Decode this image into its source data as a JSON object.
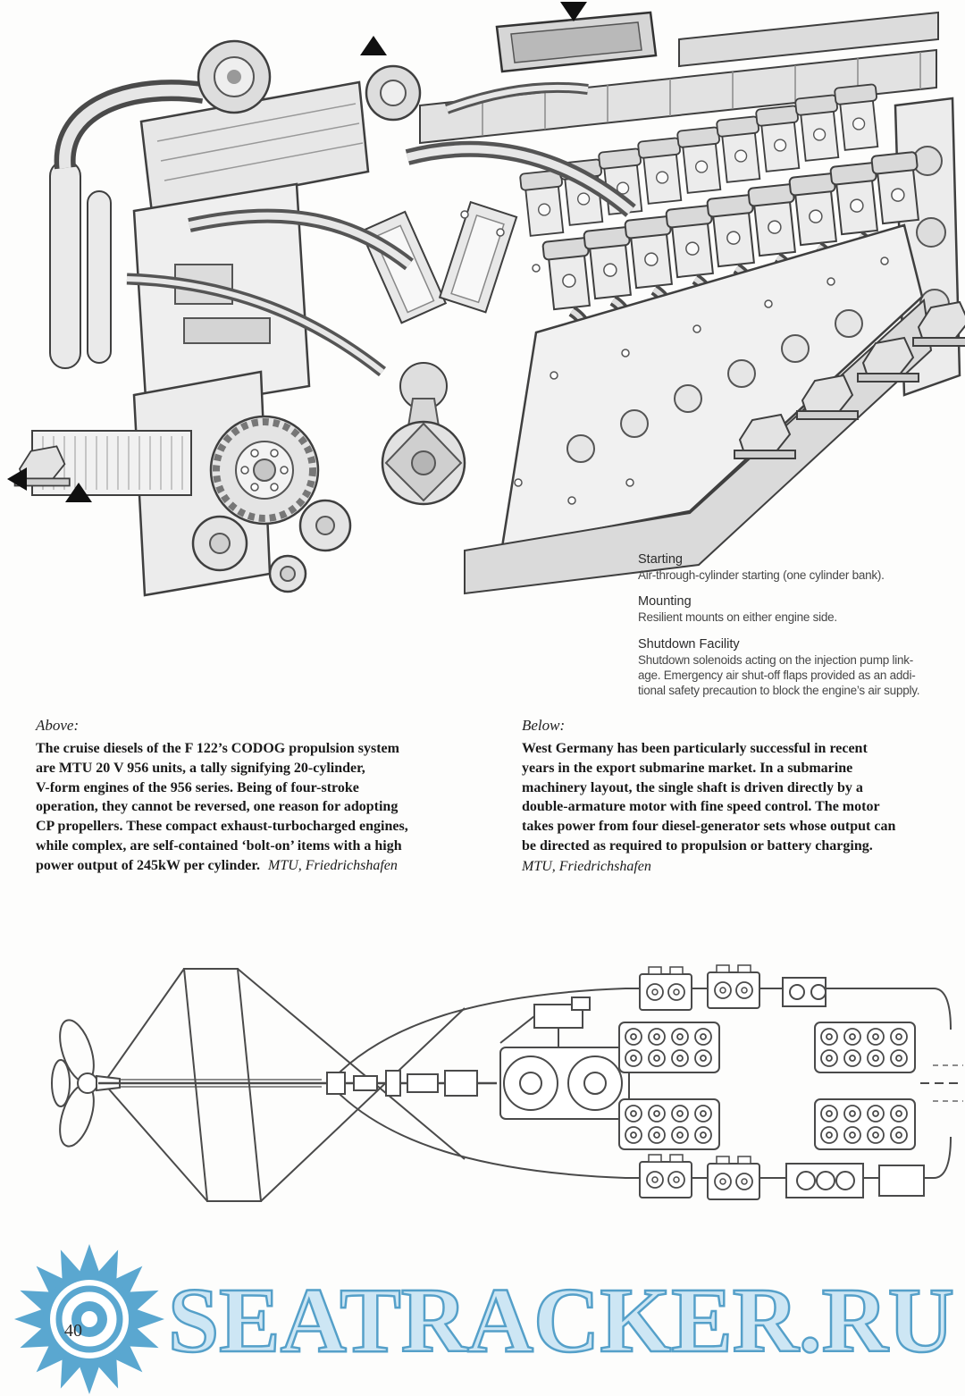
{
  "page": {
    "number": "40"
  },
  "engine_captions": {
    "items": [
      {
        "title": "Starting",
        "body": "Air-through-cylinder starting (one cylinder bank)."
      },
      {
        "title": "Mounting",
        "body": "Resilient mounts on either engine side."
      },
      {
        "title": "Shutdown Facility",
        "body": "Shutdown solenoids acting on the injection pump link-\nage. Emergency air shut-off flaps provided as an addi-\ntional safety precaution to block the engine’s air supply."
      }
    ]
  },
  "above_block": {
    "label": "Above:",
    "body": "The cruise diesels of the F 122’s CODOG propulsion system\nare MTU 20 V 956 units, a tally signifying 20-cylinder,\nV-form engines of the 956 series. Being of four-stroke\noperation, they cannot be reversed, one reason for adopting\nCP propellers. These compact exhaust-turbocharged engines,\nwhile complex, are self-contained ‘bolt-on’ items with a high\npower output of 245kW per cylinder.",
    "credit": "MTU, Friedrichshafen"
  },
  "below_block": {
    "label": "Below:",
    "body": "West Germany has been particularly successful in recent\nyears in the export submarine market. In a submarine\nmachinery layout, the single shaft is driven directly by a\ndouble-armature motor with fine speed control. The motor\ntakes power from four diesel-generator sets whose output can\nbe directed as required to propulsion or battery charging.",
    "credit": "MTU, Friedrichshafen"
  },
  "watermark": {
    "text": "SEATRACKER.RU",
    "fill_color": "#cde6f4",
    "outline_color": "#55a0c9"
  }
}
